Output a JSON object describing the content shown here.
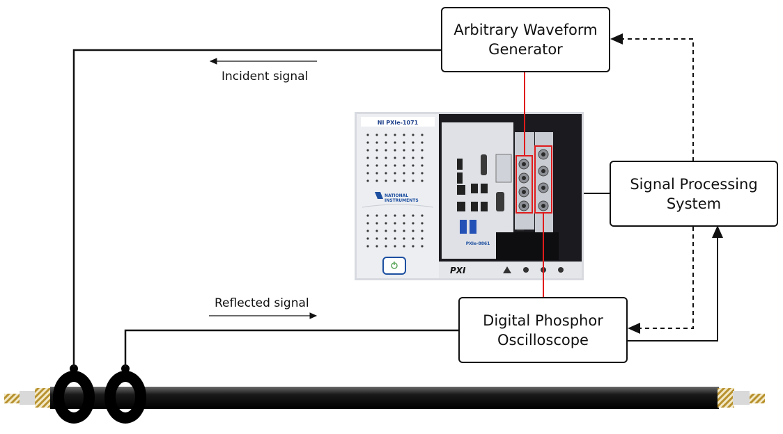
{
  "boxes": {
    "awg": {
      "line1": "Arbitrary Waveform",
      "line2": "Generator"
    },
    "sps": {
      "line1": "Signal Processing",
      "line2": "System"
    },
    "dpo": {
      "line1": "Digital Phosphor",
      "line2": "Oscilloscope"
    }
  },
  "labels": {
    "incident": "Incident signal",
    "reflected": "Reflected signal"
  },
  "photo": {
    "chassis_label": "NI PXIe-1071",
    "brand_line1": "NATIONAL",
    "brand_line2": "INSTRUMENTS",
    "controller_label": "PXIe-8861",
    "pxi_label": "PXI"
  },
  "colors": {
    "line": "#111111",
    "highlight": "#e01b1b",
    "chassis": "#e9eaee",
    "panel": "#2a2a2e",
    "cable_tip": "#b8922f"
  }
}
